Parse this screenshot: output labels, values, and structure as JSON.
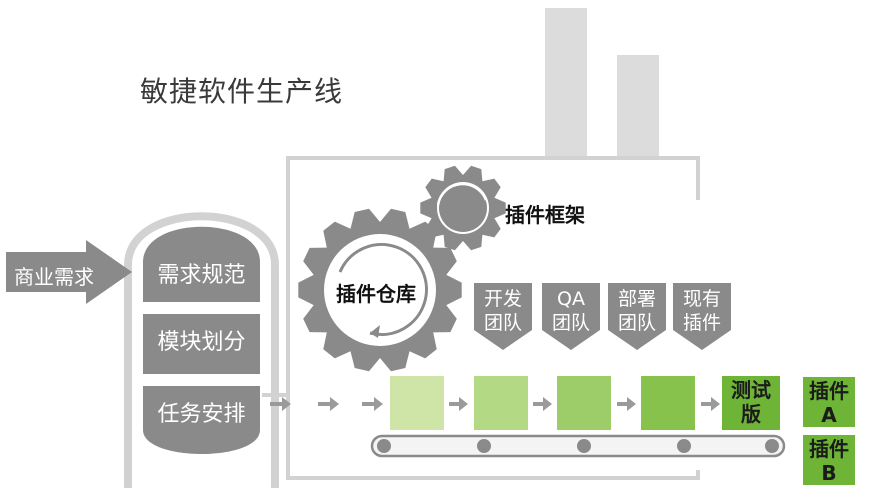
{
  "title": "敏捷软件生产线",
  "input_arrow": {
    "label": "商业需求"
  },
  "dome": {
    "top": "需求规范",
    "middle": "模块划分",
    "bottom": "任务安排"
  },
  "gears": {
    "large": "插件仓库",
    "small": "插件框架"
  },
  "teams": [
    {
      "line1": "开发",
      "line2": "团队"
    },
    {
      "line1": "QA",
      "line2": "团队"
    },
    {
      "line1": "部署",
      "line2": "团队"
    },
    {
      "line1": "现有",
      "line2": "插件"
    }
  ],
  "test_box": {
    "line1": "测试",
    "line2": "版"
  },
  "outputs": [
    {
      "line1": "插件",
      "line2": "A"
    },
    {
      "line1": "插件",
      "line2": "B"
    }
  ],
  "colors": {
    "gray": "#8a8a8a",
    "light_gray": "#d6d6d6",
    "green_1": "#cfe5a8",
    "green_2": "#b4d984",
    "green_3": "#9ccd68",
    "green_4": "#86c24c",
    "green_5": "#6db437"
  }
}
